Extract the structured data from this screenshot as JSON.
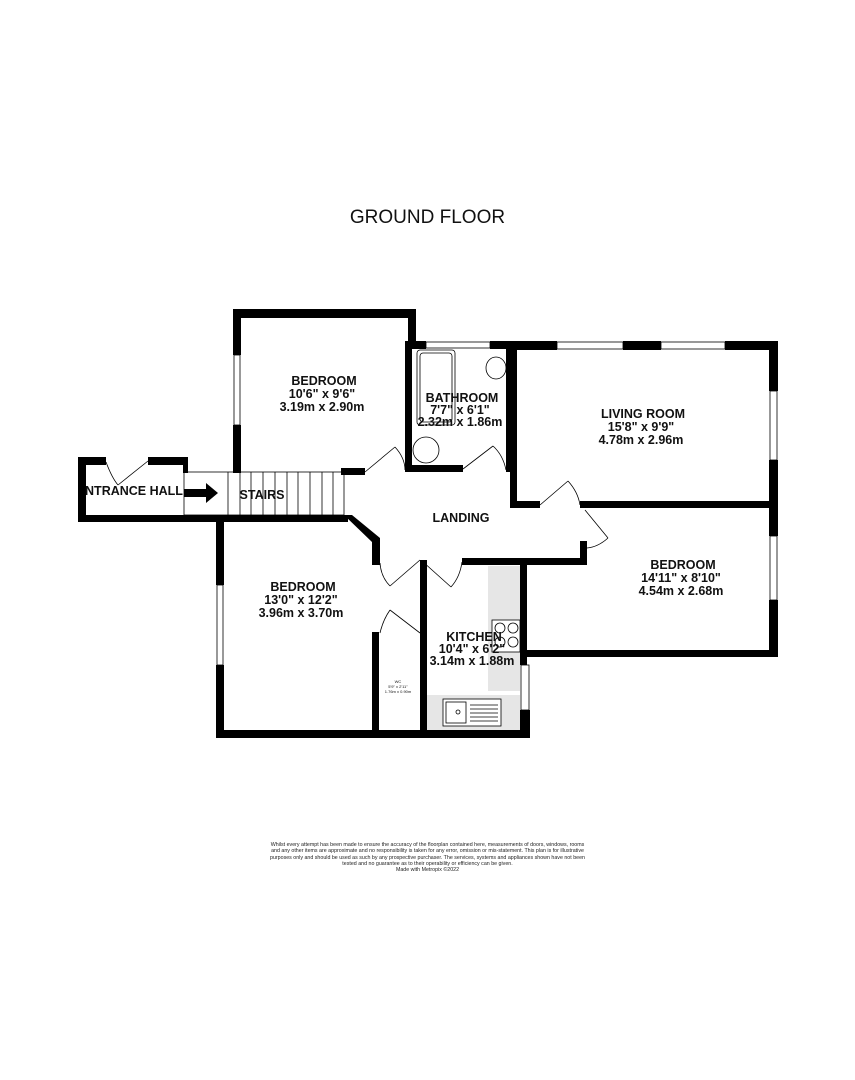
{
  "floor_title": "GROUND FLOOR",
  "rooms": {
    "bedroom_1": {
      "name": "BEDROOM",
      "imperial": "10'6\"  x 9'6\"",
      "metric": "3.19m  x 2.90m"
    },
    "bathroom": {
      "name": "BATHROOM",
      "imperial": "7'7\"  x 6'1\"",
      "metric": "2.32m  x 1.86m"
    },
    "living_room": {
      "name": "LIVING ROOM",
      "imperial": "15'8\"  x 9'9\"",
      "metric": "4.78m  x 2.96m"
    },
    "entrance_hall": {
      "name": "NTRANCE HALL"
    },
    "stairs": {
      "name": "STAIRS"
    },
    "landing": {
      "name": "LANDING"
    },
    "bedroom_2": {
      "name": "BEDROOM",
      "imperial": "13'0\"  x 12'2\"",
      "metric": "3.96m  x 3.70m"
    },
    "bedroom_3": {
      "name": "BEDROOM",
      "imperial": "14'11\"  x 8'10\"",
      "metric": "4.54m  x 2.68m"
    },
    "kitchen": {
      "name": "KITCHEN",
      "imperial": "10'4\"  x 6'2\"",
      "metric": "3.14m  x 1.88m"
    },
    "wc": {
      "name": "WC",
      "imperial": "5'9\"  x 2'11\"",
      "metric": "1.76m  x 0.90m"
    }
  },
  "disclaimer": "Whilst every attempt has been made to ensure the accuracy of the floorplan contained here, measurements of doors, windows, rooms and any other items are approximate and no responsibility is taken for any error, omission or mis-statement. This plan is for illustrative purposes only and should be used as such by any prospective purchaser. The services, systems and appliances shown have not been tested and no guarantee as to their operability or efficiency can be given.",
  "credit": "Made with Metropix ©2022",
  "colors": {
    "wall": "#000000",
    "worktop": "#e6e6e6",
    "window": "#ffffff"
  }
}
